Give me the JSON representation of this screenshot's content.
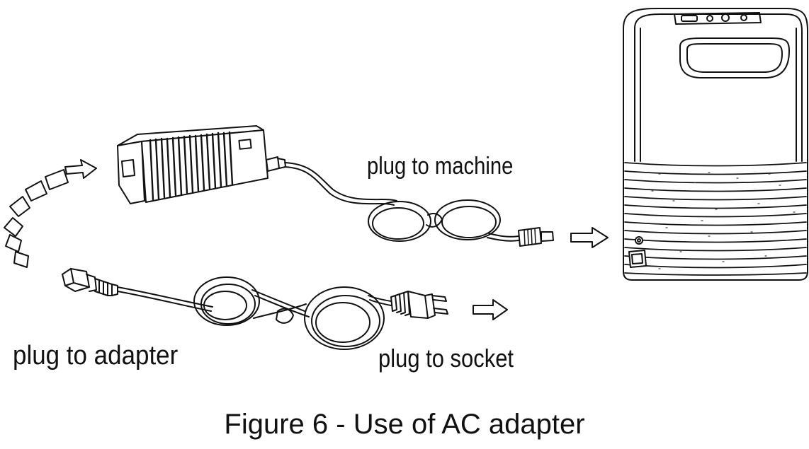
{
  "labels": {
    "plug_to_machine": "plug to machine",
    "plug_to_adapter": "plug to adapter",
    "plug_to_socket": "plug to socket"
  },
  "caption": "Figure 6 - Use of AC adapter"
}
